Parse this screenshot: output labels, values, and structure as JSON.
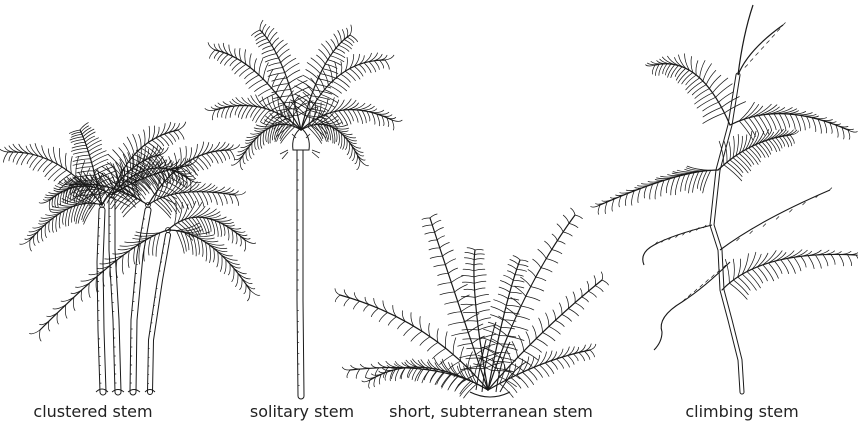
{
  "figure": {
    "captions": {
      "clustered": "clustered stem",
      "solitary": "solitary stem",
      "short": "short, subterranean stem",
      "climbing": "climbing stem"
    }
  },
  "palette": {
    "ink": "#1a1a1a",
    "paper": "#ffffff"
  }
}
